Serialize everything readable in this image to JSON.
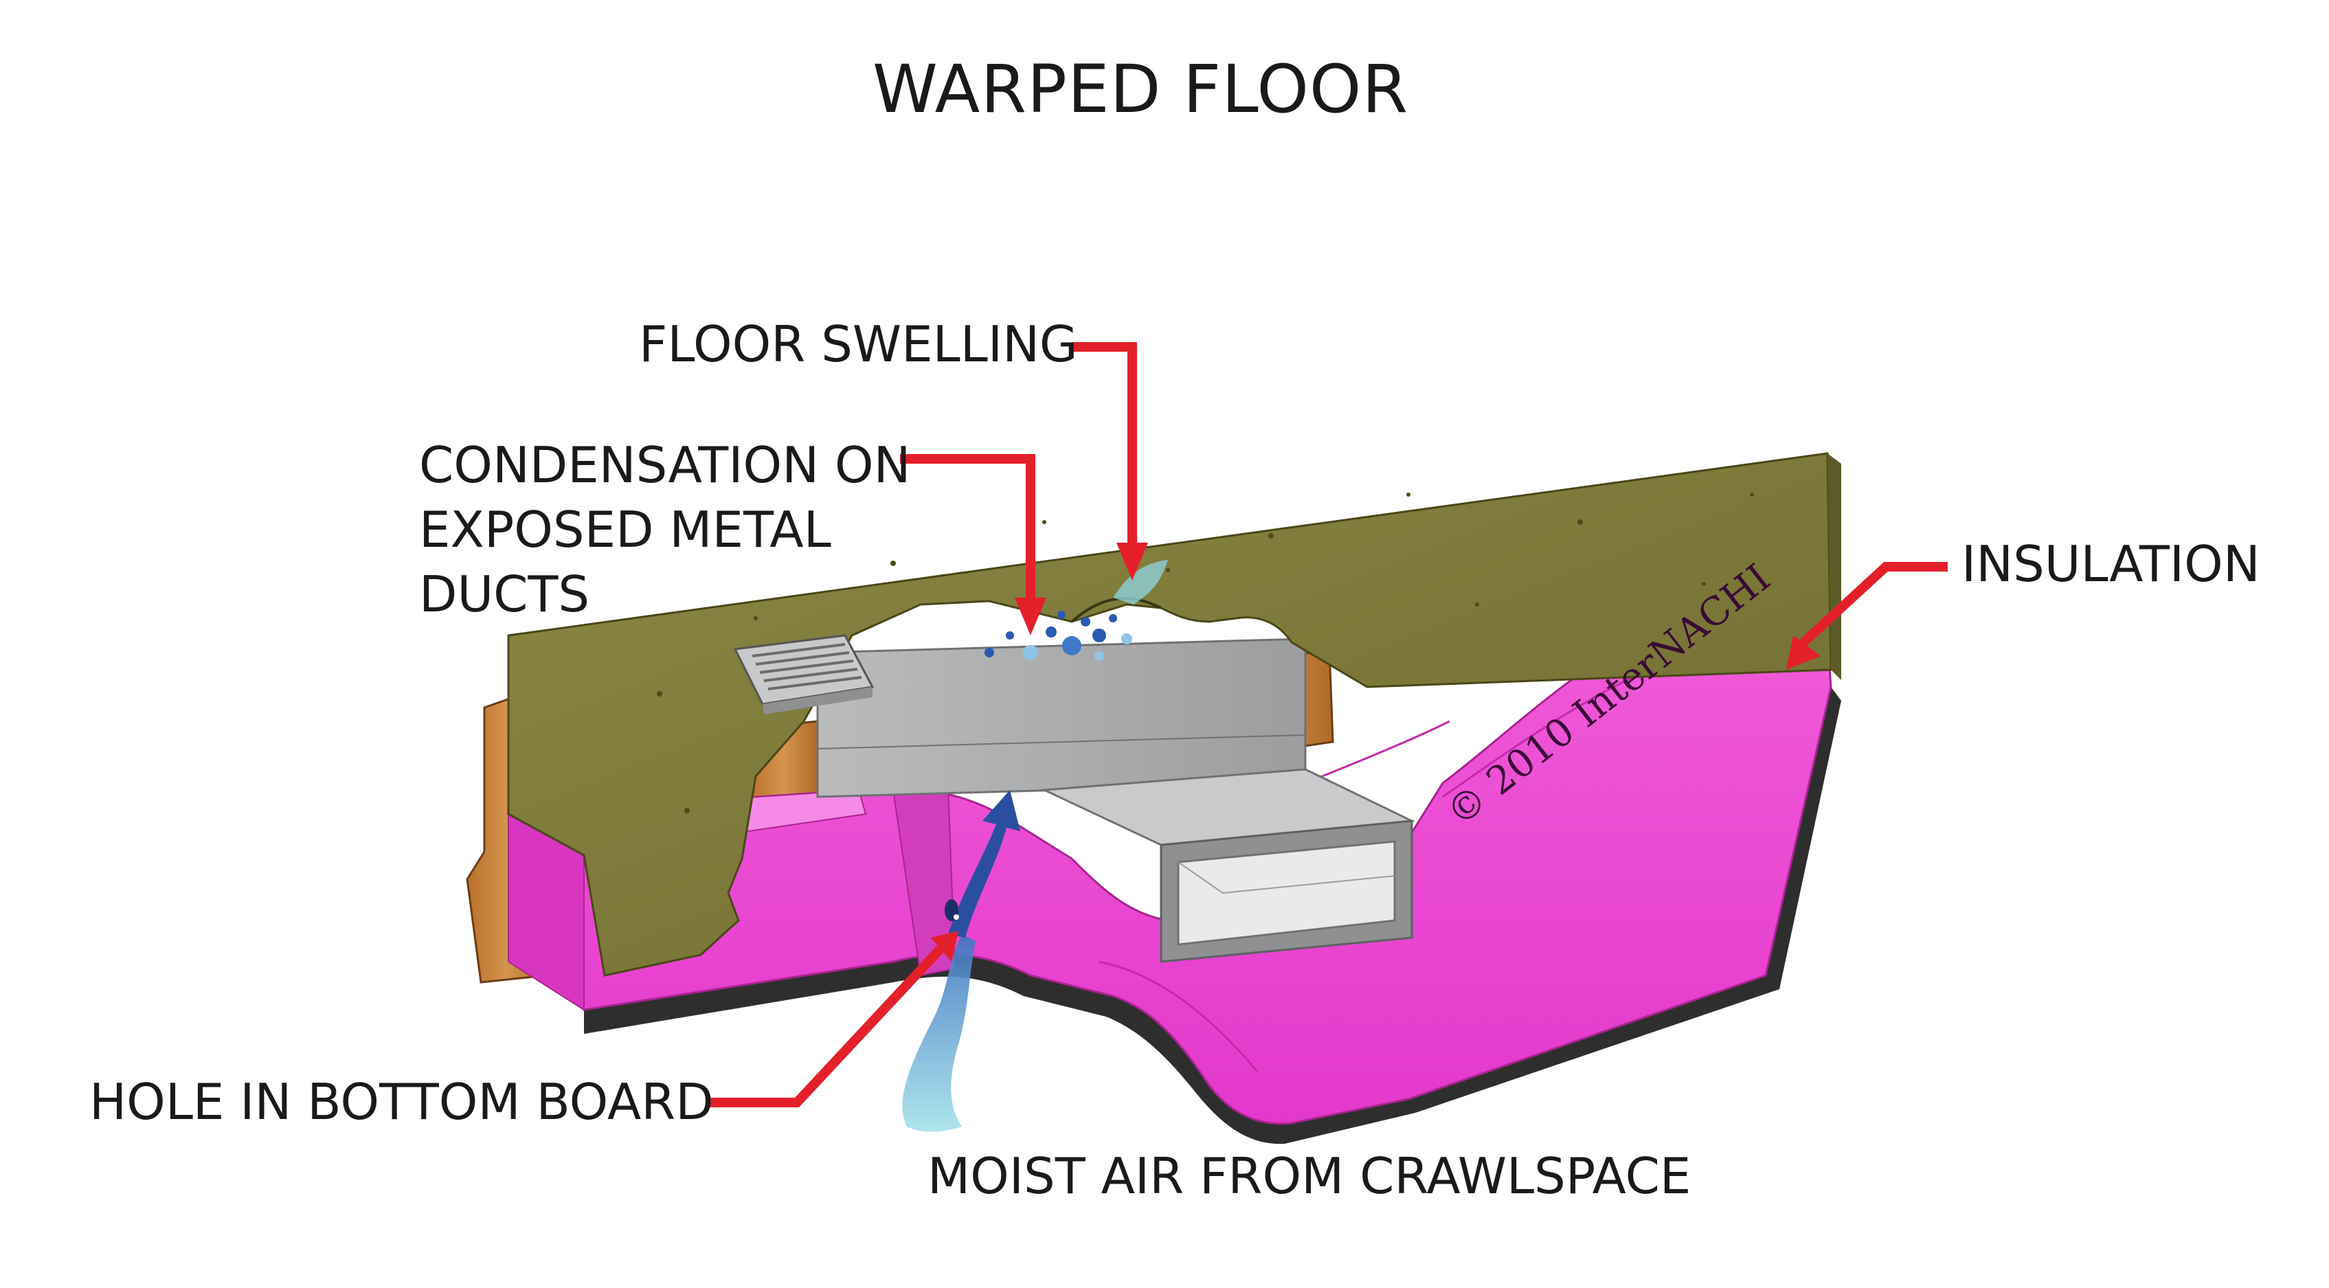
{
  "title": "WARPED FLOOR",
  "labels": {
    "floor_swelling": "FLOOR SWELLING",
    "condensation": "CONDENSATION ON\nEXPOSED METAL\nDUCTS",
    "insulation": "INSULATION",
    "hole": "HOLE IN BOTTOM BOARD",
    "moist_air": "MOIST AIR FROM CRAWLSPACE"
  },
  "copyright": "© 2010 InterNACHI",
  "colors": {
    "plywood": "#7d7a3a",
    "plywood_edge": "#5e5a28",
    "insulation": "#e83fd0",
    "insulation_dark": "#c430b0",
    "joist": "#c9853e",
    "duct": "#a9abad",
    "bottom_board": "#2e2e2e",
    "arrow": "#e3202a",
    "moist_air": "#7dd3e0",
    "air_arrow": "#2a4fa0"
  }
}
